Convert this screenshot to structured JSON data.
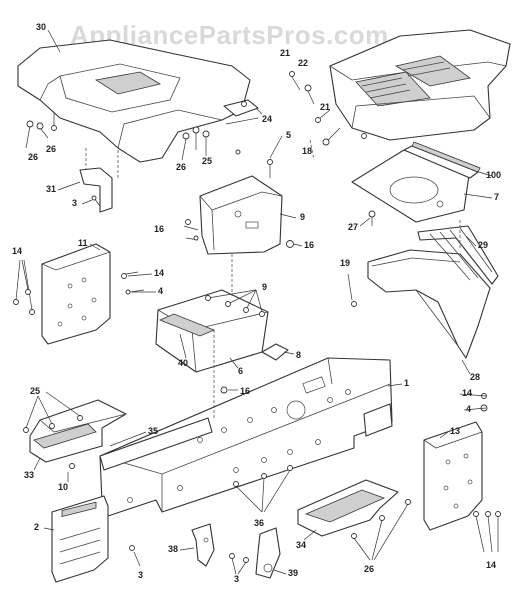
{
  "watermark": "AppliancePartsPros.com",
  "callouts": [
    {
      "id": "c30",
      "text": "30"
    },
    {
      "id": "c26a",
      "text": "26"
    },
    {
      "id": "c26b",
      "text": "26"
    },
    {
      "id": "c24",
      "text": "24"
    },
    {
      "id": "c26c",
      "text": "26"
    },
    {
      "id": "c25",
      "text": "25"
    },
    {
      "id": "c5",
      "text": "5"
    },
    {
      "id": "c21a",
      "text": "21"
    },
    {
      "id": "c22",
      "text": "22"
    },
    {
      "id": "c21b",
      "text": "21"
    },
    {
      "id": "c18",
      "text": "18"
    },
    {
      "id": "c100",
      "text": "100"
    },
    {
      "id": "c7",
      "text": "7"
    },
    {
      "id": "c27",
      "text": "27"
    },
    {
      "id": "c31",
      "text": "31"
    },
    {
      "id": "c3a",
      "text": "3"
    },
    {
      "id": "c16a",
      "text": "16"
    },
    {
      "id": "c9a",
      "text": "9"
    },
    {
      "id": "c16b",
      "text": "16"
    },
    {
      "id": "c14a",
      "text": "14"
    },
    {
      "id": "c11",
      "text": "11"
    },
    {
      "id": "c14b",
      "text": "14"
    },
    {
      "id": "c4a",
      "text": "4"
    },
    {
      "id": "c9b",
      "text": "9"
    },
    {
      "id": "c19",
      "text": "19"
    },
    {
      "id": "c29",
      "text": "29"
    },
    {
      "id": "c28",
      "text": "28"
    },
    {
      "id": "c40",
      "text": "40"
    },
    {
      "id": "c6",
      "text": "6"
    },
    {
      "id": "c8",
      "text": "8"
    },
    {
      "id": "c16c",
      "text": "16"
    },
    {
      "id": "c1",
      "text": "1"
    },
    {
      "id": "c14c",
      "text": "14"
    },
    {
      "id": "c4b",
      "text": "4"
    },
    {
      "id": "c25b",
      "text": "25"
    },
    {
      "id": "c35",
      "text": "35"
    },
    {
      "id": "c13",
      "text": "13"
    },
    {
      "id": "c33",
      "text": "33"
    },
    {
      "id": "c10",
      "text": "10"
    },
    {
      "id": "c36",
      "text": "36"
    },
    {
      "id": "c34",
      "text": "34"
    },
    {
      "id": "c2",
      "text": "2"
    },
    {
      "id": "c26d",
      "text": "26"
    },
    {
      "id": "c38",
      "text": "38"
    },
    {
      "id": "c3b",
      "text": "3"
    },
    {
      "id": "c3c",
      "text": "3"
    },
    {
      "id": "c39",
      "text": "39"
    },
    {
      "id": "c14d",
      "text": "14"
    }
  ]
}
